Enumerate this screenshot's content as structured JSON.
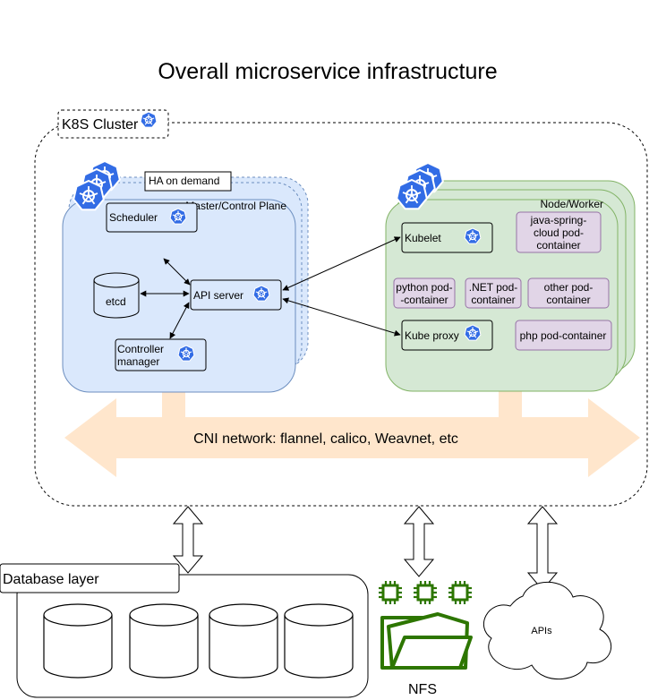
{
  "title": "Overall microservice infrastructure",
  "cluster": {
    "label": "K8S Cluster",
    "cni_label": "CNI network: flannel, calico, Weavnet, etc"
  },
  "master": {
    "ha_label": "HA on demand",
    "title": "Master/Control Plane",
    "scheduler": "Scheduler",
    "etcd": "etcd",
    "api_server": "API server",
    "controller_line1": "Controller",
    "controller_line2": "manager"
  },
  "worker": {
    "title": "Node/Worker",
    "kubelet": "Kubelet",
    "kube_proxy": "Kube proxy",
    "java_line1": "java-spring-",
    "java_line2": "cloud pod-",
    "java_line3": "container",
    "python_line1": "python pod-",
    "python_line2": "-container",
    "dotnet_line1": ".NET pod-",
    "dotnet_line2": "container",
    "other_line1": "other pod-",
    "other_line2": "container",
    "php": "php pod-container"
  },
  "database": {
    "label": "Database layer"
  },
  "nfs": {
    "label": "NFS"
  },
  "apis": {
    "label": "APIs"
  },
  "colors": {
    "master_fill": "#dae8fc",
    "master_stroke": "#6c8ebf",
    "worker_fill": "#d5e8d4",
    "worker_stroke": "#82b366",
    "pod_fill": "#e1d5e7",
    "pod_stroke": "#9673a6",
    "cni_fill": "#ffe6cc",
    "k8s_blue": "#326ce5",
    "nfs_green": "#2d7600"
  },
  "icons": [
    "kubernetes-icon",
    "chip-icon",
    "folder-icon",
    "cloud-shape"
  ]
}
